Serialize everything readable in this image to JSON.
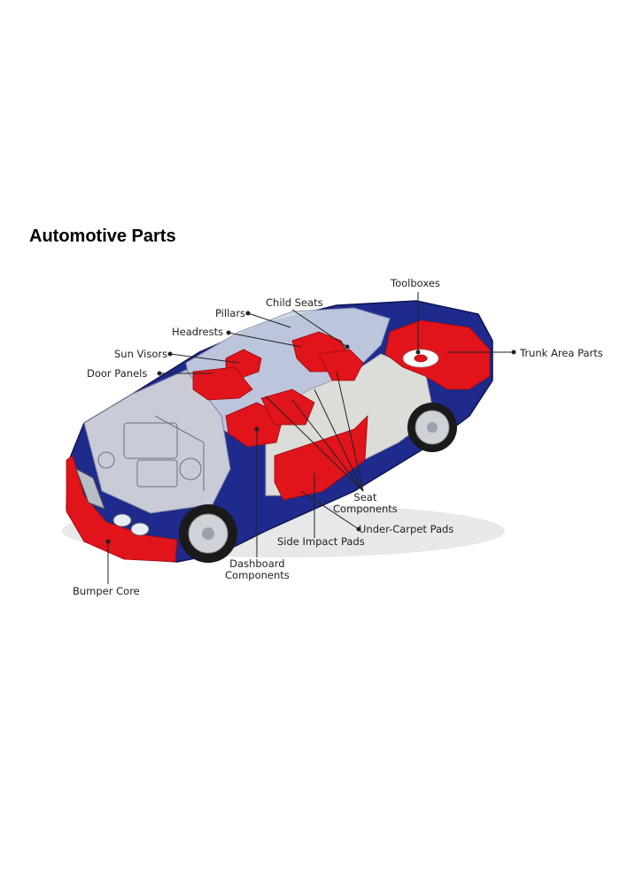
{
  "title": "Automotive Parts",
  "labels": {
    "toolboxes": "Toolboxes",
    "child_seats": "Child Seats",
    "pillars": "Pillars",
    "headrests": "Headrests",
    "sun_visors": "Sun Visors",
    "door_panels": "Door Panels",
    "trunk_area_parts": "Trunk Area Parts",
    "seat_components": [
      "Seat",
      "Components"
    ],
    "under_carpet_pads": "Under-Carpet Pads",
    "side_impact_pads": "Side Impact Pads",
    "dashboard_components": [
      "Dashboard",
      "Components"
    ],
    "bumper_core": "Bumper Core"
  },
  "colors": {
    "body_blue": "#1e2a8c",
    "part_red": "#e0141a",
    "glass": "#cfd6e6",
    "interior": "#dcdcd8"
  }
}
